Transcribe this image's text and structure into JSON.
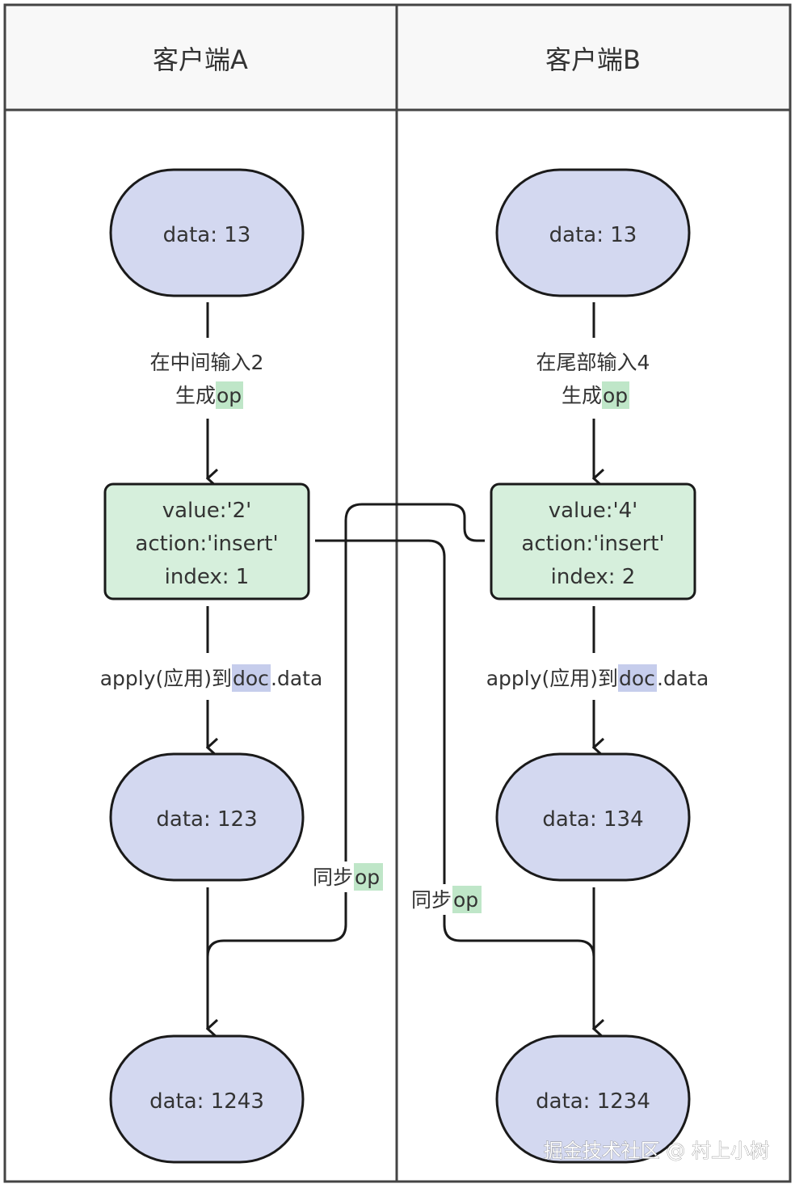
{
  "lanes": {
    "a": {
      "title": "客户端A"
    },
    "b": {
      "title": "客户端B"
    }
  },
  "client_a": {
    "node1": "data: 13",
    "edge1_line1": "在中间输入2",
    "edge1_prefix": "生成",
    "edge1_highlight": "op",
    "op_value": "value:'2'",
    "op_action": "action:'insert'",
    "op_index": "index: 1",
    "apply_prefix": "apply(应用)到",
    "apply_highlight": "doc",
    "apply_suffix": ".data",
    "node2": "data: 123",
    "node3": "data: 1243"
  },
  "client_b": {
    "node1": "data: 13",
    "edge1_line1": "在尾部输入4",
    "edge1_prefix": "生成",
    "edge1_highlight": "op",
    "op_value": "value:'4'",
    "op_action": "action:'insert'",
    "op_index": "index: 2",
    "apply_prefix": "apply(应用)到",
    "apply_highlight": "doc",
    "apply_suffix": ".data",
    "node2": "data: 134",
    "node3": "data: 1234"
  },
  "sync": {
    "to_a_prefix": "同步",
    "to_a_highlight": "op",
    "to_b_prefix": "同步",
    "to_b_highlight": "op"
  },
  "watermark": "掘金技术社区 @ 村上小树",
  "colors": {
    "data_node_fill": "#d3d8f0",
    "op_node_fill": "#d6efdc",
    "op_highlight": "#bfe6c8",
    "doc_highlight": "#c6cdec",
    "stroke": "#1a1a1a"
  }
}
